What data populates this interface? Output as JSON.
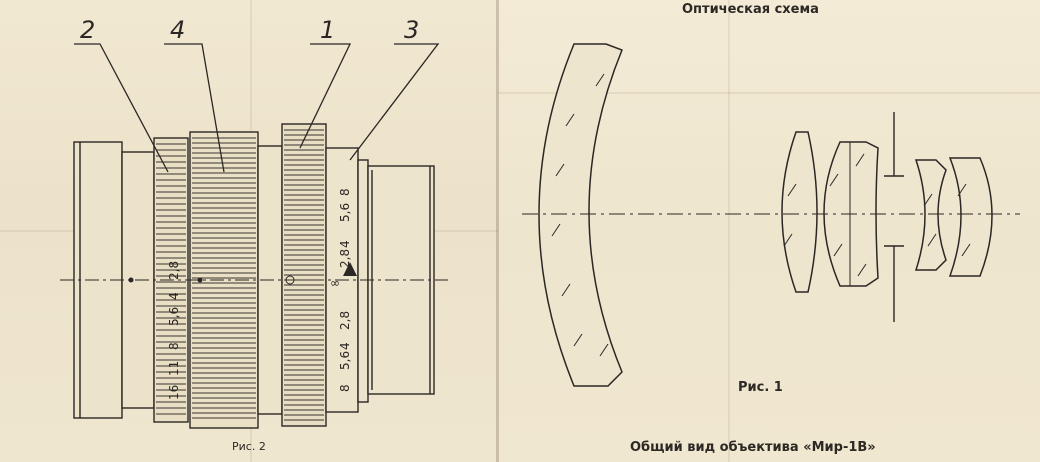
{
  "left": {
    "figure_caption": "Рис. 2",
    "callouts": [
      "2",
      "4",
      "1",
      "3"
    ],
    "aperture_scale": [
      "16",
      "11",
      "8",
      "5,6",
      "4",
      "2,8"
    ],
    "distance_scale_left": [
      "8",
      "5,6",
      "4",
      "2,8",
      "2,8",
      "4",
      "5,6",
      "8"
    ],
    "infinity_symbol": "∞"
  },
  "right": {
    "title": "Оптическая схема",
    "figure_caption": "Рис. 1",
    "bottom_caption": "Общий вид объектива «Мир-1В»"
  }
}
